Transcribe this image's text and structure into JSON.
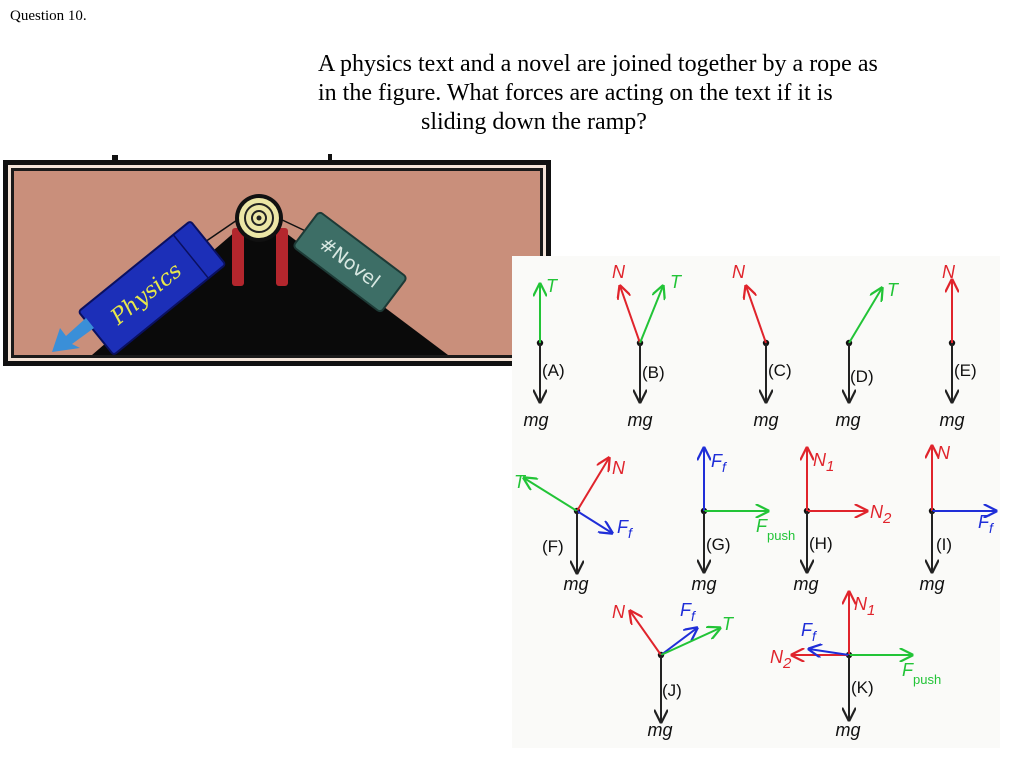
{
  "header": {
    "question_label": "Question 10."
  },
  "question": {
    "lines": [
      "A physics text and a novel are joined together by a rope as",
      "in the figure. What forces are acting on the text if it is",
      "sliding down the ramp?"
    ]
  },
  "ramp_figure": {
    "physics_book_label": "Physics",
    "novel_book_label": "#Novel"
  },
  "diagram": {
    "colors": {
      "normal": "#e0242c",
      "tension": "#22c437",
      "friction": "#1f2ed8",
      "gravity": "#222222"
    },
    "labels": {
      "T": "T",
      "N": "N",
      "N1": "N1",
      "N2": "N2",
      "mg": "mg",
      "Ff": "Ff",
      "Fpush": "Fpush",
      "A": "(A)",
      "B": "(B)",
      "C": "(C)",
      "D": "(D)",
      "E": "(E)",
      "F": "(F)",
      "G": "(G)",
      "H": "(H)",
      "I": "(I)",
      "J": "(J)",
      "K": "(K)"
    }
  }
}
